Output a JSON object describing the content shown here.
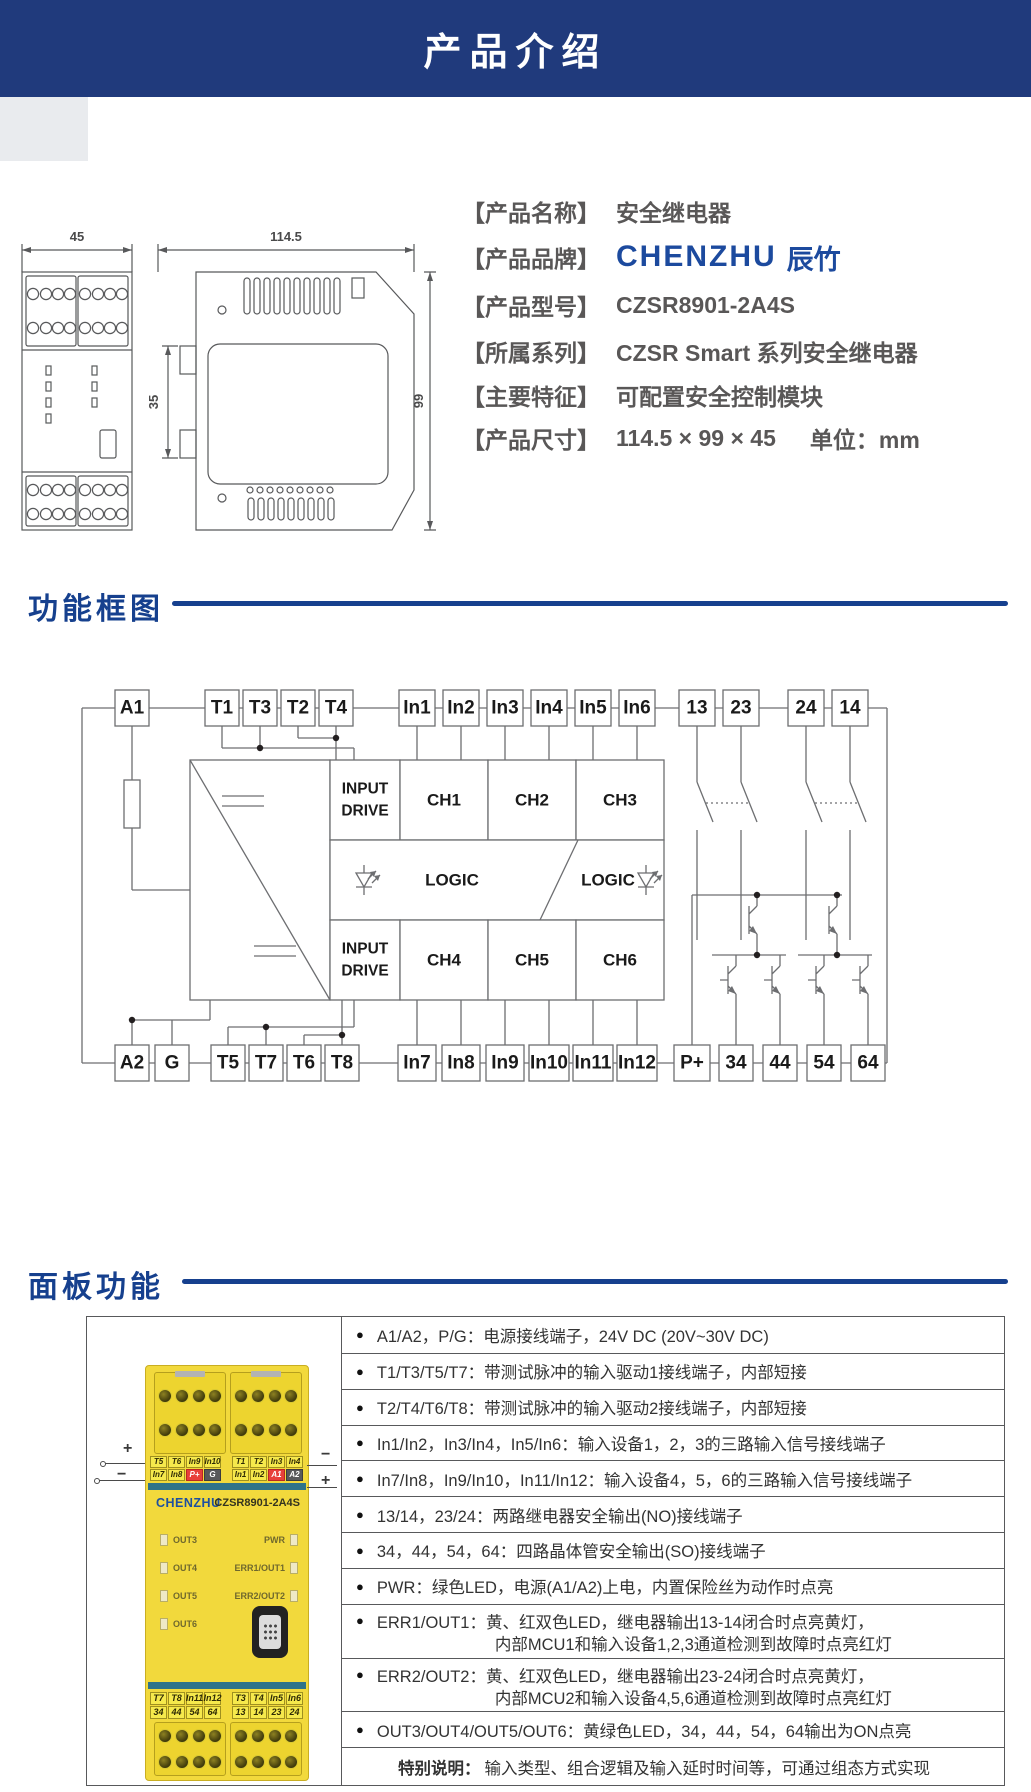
{
  "banner": {
    "title": "产品介绍"
  },
  "info": {
    "name_label": "【产品名称】",
    "name": "安全继电器",
    "brand_label": "【产品品牌】",
    "brand_en": "CHENZHU",
    "brand_cn": "辰竹",
    "model_label": "【产品型号】",
    "model": "CZSR8901-2A4S",
    "series_label": "【所属系列】",
    "series": "CZSR Smart 系列安全继电器",
    "feature_label": "【主要特征】",
    "feature": "可配置安全控制模块",
    "size_label": "【产品尺寸】",
    "size": "114.5 × 99 × 45",
    "size_unit": "单位：mm"
  },
  "drawing": {
    "front_width": "45",
    "side_length": "114.5",
    "height": "99",
    "rail": "35"
  },
  "sections": {
    "diagram_title": "功能框图",
    "panel_title": "面板功能"
  },
  "diagram": {
    "top": [
      "A1",
      "T1",
      "T3",
      "T2",
      "T4",
      "In1",
      "In2",
      "In3",
      "In4",
      "In5",
      "In6",
      "13",
      "23",
      "24",
      "14"
    ],
    "bottom": [
      "A2",
      "G",
      "T5",
      "T7",
      "T6",
      "T8",
      "In7",
      "In8",
      "In9",
      "In10",
      "In11",
      "In12",
      "P+",
      "34",
      "44",
      "54",
      "64"
    ],
    "blocks": {
      "input_drive_l1": "INPUT",
      "input_drive_l2": "DRIVE",
      "ch1": "CH1",
      "ch2": "CH2",
      "ch3": "CH3",
      "logic1": "LOGIC",
      "logic2": "LOGIC",
      "ch4": "CH4",
      "ch5": "CH5",
      "ch6": "CH6"
    }
  },
  "device": {
    "brand": "CHENZHU",
    "model": "CZSR8901-2A4S",
    "plus": "+",
    "minus": "−",
    "top_strip": {
      "row1": [
        "T5",
        "T6",
        "In9",
        "In10",
        "T1",
        "T2",
        "In3",
        "In4"
      ],
      "row2": [
        "In7",
        "In8",
        "P+",
        "G",
        "In1",
        "In2",
        "A1",
        "A2"
      ]
    },
    "bottom_strip": {
      "row1": [
        "T7",
        "T8",
        "In11",
        "In12",
        "T3",
        "T4",
        "In5",
        "In6"
      ],
      "row2": [
        "34",
        "44",
        "54",
        "64",
        "13",
        "14",
        "23",
        "24"
      ]
    },
    "leds_left": [
      "OUT3",
      "OUT4",
      "OUT5",
      "OUT6"
    ],
    "leds_right": [
      "PWR",
      "ERR1/OUT1",
      "ERR2/OUT2"
    ]
  },
  "panel_table": {
    "bullet": "●",
    "rows": [
      {
        "text": "A1/A2，P/G：电源接线端子，24V DC (20V~30V DC)"
      },
      {
        "text": "T1/T3/T5/T7：带测试脉冲的输入驱动1接线端子，内部短接"
      },
      {
        "text": "T2/T4/T6/T8：带测试脉冲的输入驱动2接线端子，内部短接"
      },
      {
        "text": "In1/In2，In3/In4，In5/In6：输入设备1，2，3的三路输入信号接线端子"
      },
      {
        "text": "In7/In8，In9/In10，In11/In12：输入设备4，5，6的三路输入信号接线端子"
      },
      {
        "text": "13/14，23/24：两路继电器安全输出(NO)接线端子"
      },
      {
        "text": "34，44，54，64：四路晶体管安全输出(SO)接线端子"
      },
      {
        "text": "PWR：绿色LED，电源(A1/A2)上电，内置保险丝为动作时点亮"
      },
      {
        "text": "ERR1/OUT1：黄、红双色LED，继电器输出13-14闭合时点亮黄灯，",
        "text2": "内部MCU1和输入设备1,2,3通道检测到故障时点亮红灯"
      },
      {
        "text": "ERR2/OUT2：黄、红双色LED，继电器输出23-24闭合时点亮黄灯，",
        "text2": "内部MCU2和输入设备4,5,6通道检测到故障时点亮红灯"
      },
      {
        "text": "OUT3/OUT4/OUT5/OUT6：黄绿色LED，34，44，54，64输出为ON点亮"
      },
      {
        "label": "特别说明：",
        "text": "输入类型、组合逻辑及输入延时时间等，可通过组态方式实现"
      }
    ]
  },
  "colors": {
    "banner_blue": "#203a7c",
    "accent_blue": "#16408e",
    "brand_blue": "#1c4a9e",
    "device_yellow": "#f2d93c",
    "terminal_red": "#e8403a",
    "terminal_dark": "#58595b",
    "strip_teal": "#2f7389",
    "text_gray": "#595757"
  }
}
